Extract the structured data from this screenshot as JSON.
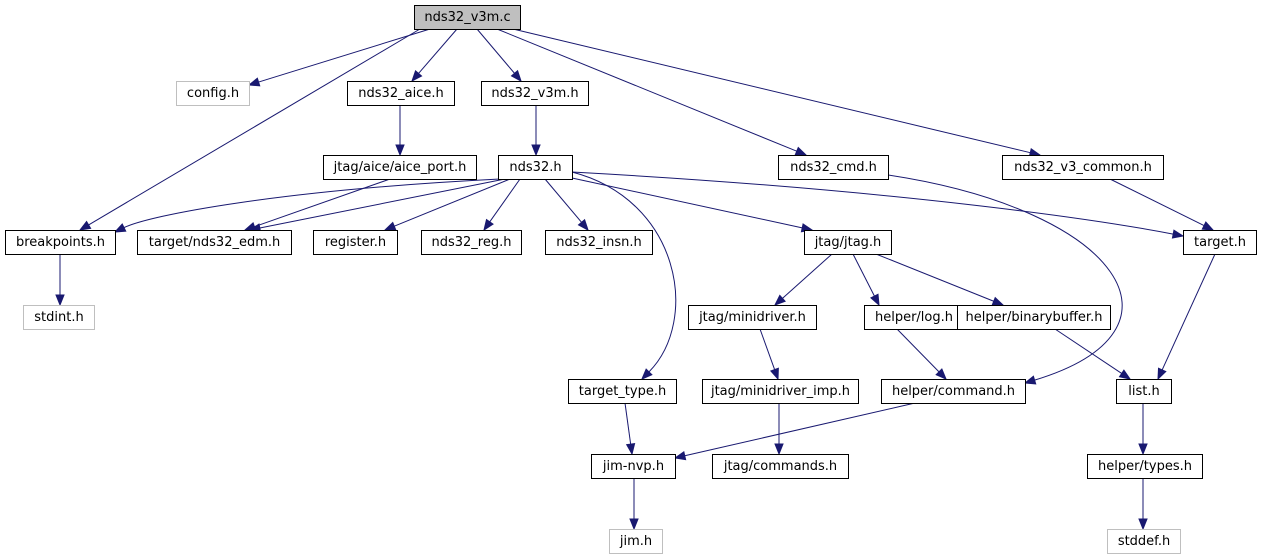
{
  "diagram": {
    "nodes": [
      {
        "id": "nds32_v3m_c",
        "label": "nds32_v3m.c",
        "style": "root"
      },
      {
        "id": "config_h",
        "label": "config.h",
        "style": "external"
      },
      {
        "id": "nds32_aice_h",
        "label": "nds32_aice.h",
        "style": "normal"
      },
      {
        "id": "nds32_v3m_h",
        "label": "nds32_v3m.h",
        "style": "normal"
      },
      {
        "id": "nds32_cmd_h",
        "label": "nds32_cmd.h",
        "style": "normal"
      },
      {
        "id": "nds32_v3_common_h",
        "label": "nds32_v3_common.h",
        "style": "normal"
      },
      {
        "id": "aice_port_h",
        "label": "jtag/aice/aice_port.h",
        "style": "normal"
      },
      {
        "id": "nds32_h",
        "label": "nds32.h",
        "style": "normal"
      },
      {
        "id": "breakpoints_h",
        "label": "breakpoints.h",
        "style": "normal"
      },
      {
        "id": "nds32_edm_h",
        "label": "target/nds32_edm.h",
        "style": "normal"
      },
      {
        "id": "register_h",
        "label": "register.h",
        "style": "normal"
      },
      {
        "id": "nds32_reg_h",
        "label": "nds32_reg.h",
        "style": "normal"
      },
      {
        "id": "nds32_insn_h",
        "label": "nds32_insn.h",
        "style": "normal"
      },
      {
        "id": "jtag_h",
        "label": "jtag/jtag.h",
        "style": "normal"
      },
      {
        "id": "target_h",
        "label": "target.h",
        "style": "normal"
      },
      {
        "id": "stdint_h",
        "label": "stdint.h",
        "style": "external"
      },
      {
        "id": "minidriver_h",
        "label": "jtag/minidriver.h",
        "style": "normal"
      },
      {
        "id": "log_h",
        "label": "helper/log.h",
        "style": "normal"
      },
      {
        "id": "binarybuffer_h",
        "label": "helper/binarybuffer.h",
        "style": "normal"
      },
      {
        "id": "target_type_h",
        "label": "target_type.h",
        "style": "normal"
      },
      {
        "id": "minidriver_imp_h",
        "label": "jtag/minidriver_imp.h",
        "style": "normal"
      },
      {
        "id": "command_h",
        "label": "helper/command.h",
        "style": "normal"
      },
      {
        "id": "list_h",
        "label": "list.h",
        "style": "normal"
      },
      {
        "id": "jim_nvp_h",
        "label": "jim-nvp.h",
        "style": "normal"
      },
      {
        "id": "commands_h",
        "label": "jtag/commands.h",
        "style": "normal"
      },
      {
        "id": "types_h",
        "label": "helper/types.h",
        "style": "normal"
      },
      {
        "id": "jim_h",
        "label": "jim.h",
        "style": "external"
      },
      {
        "id": "stddef_h",
        "label": "stddef.h",
        "style": "external"
      }
    ],
    "edges": [
      [
        "nds32_v3m_c",
        "config_h"
      ],
      [
        "nds32_v3m_c",
        "breakpoints_h"
      ],
      [
        "nds32_v3m_c",
        "nds32_aice_h"
      ],
      [
        "nds32_v3m_c",
        "nds32_v3m_h"
      ],
      [
        "nds32_v3m_c",
        "nds32_cmd_h"
      ],
      [
        "nds32_v3m_c",
        "nds32_v3_common_h"
      ],
      [
        "nds32_aice_h",
        "aice_port_h"
      ],
      [
        "aice_port_h",
        "nds32_edm_h"
      ],
      [
        "nds32_v3m_h",
        "nds32_h"
      ],
      [
        "nds32_h",
        "breakpoints_h"
      ],
      [
        "nds32_h",
        "nds32_edm_h"
      ],
      [
        "nds32_h",
        "register_h"
      ],
      [
        "nds32_h",
        "nds32_reg_h"
      ],
      [
        "nds32_h",
        "nds32_insn_h"
      ],
      [
        "nds32_h",
        "target_type_h"
      ],
      [
        "nds32_h",
        "jtag_h"
      ],
      [
        "nds32_h",
        "target_h"
      ],
      [
        "nds32_cmd_h",
        "command_h"
      ],
      [
        "nds32_v3_common_h",
        "target_h"
      ],
      [
        "breakpoints_h",
        "stdint_h"
      ],
      [
        "jtag_h",
        "minidriver_h"
      ],
      [
        "jtag_h",
        "log_h"
      ],
      [
        "jtag_h",
        "binarybuffer_h"
      ],
      [
        "target_h",
        "list_h"
      ],
      [
        "minidriver_h",
        "minidriver_imp_h"
      ],
      [
        "log_h",
        "command_h"
      ],
      [
        "binarybuffer_h",
        "list_h"
      ],
      [
        "target_type_h",
        "jim_nvp_h"
      ],
      [
        "minidriver_imp_h",
        "commands_h"
      ],
      [
        "command_h",
        "jim_nvp_h"
      ],
      [
        "list_h",
        "types_h"
      ],
      [
        "jim_nvp_h",
        "jim_h"
      ],
      [
        "types_h",
        "stddef_h"
      ]
    ]
  }
}
